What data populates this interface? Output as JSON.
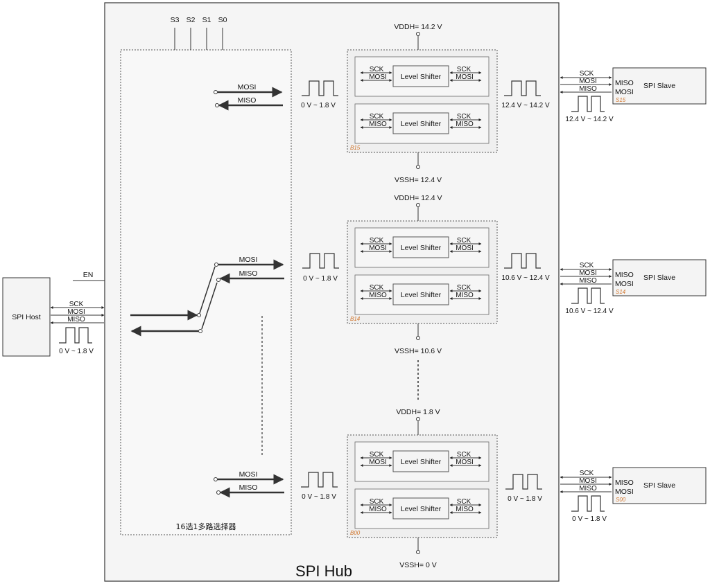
{
  "hub": {
    "title": "SPI Hub",
    "mux_label": "16选1多路选择器",
    "select_pins": [
      "S3",
      "S2",
      "S1",
      "S0"
    ],
    "en_label": "EN"
  },
  "host": {
    "label": "SPI Host",
    "signals": [
      "SCK",
      "MOSI",
      "MISO"
    ],
    "voltage": "0 V ~ 1.8 V"
  },
  "mux_outputs": {
    "mosi": "MOSI",
    "miso": "MISO",
    "voltage": "0 V ~ 1.8 V"
  },
  "level_shifter": {
    "label": "Level Shifter",
    "sck": "SCK",
    "mosi": "MOSI",
    "miso": "MISO"
  },
  "banks": [
    {
      "tag": "B15",
      "vddh": "VDDH= 14.2 V",
      "vssh": "VSSH= 12.4 V",
      "out_voltage": "12.4 V ~ 14.2 V",
      "slave_voltage": "12.4 V ~ 14.2 V",
      "slave_tag": "S15"
    },
    {
      "tag": "B14",
      "vddh": "VDDH= 12.4 V",
      "vssh": "VSSH= 10.6 V",
      "out_voltage": "10.6 V ~ 12.4 V",
      "slave_voltage": "10.6 V ~ 12.4 V",
      "slave_tag": "S14"
    },
    {
      "tag": "B00",
      "vddh": "VDDH= 1.8 V",
      "vssh": "VSSH= 0 V",
      "out_voltage": "0 V ~ 1.8 V",
      "slave_voltage": "0 V ~ 1.8 V",
      "slave_tag": "S00"
    }
  ],
  "slave": {
    "label": "SPI Slave",
    "signals": [
      "SCK",
      "MOSI",
      "MISO"
    ],
    "pins": [
      "MISO",
      "MOSI"
    ]
  }
}
